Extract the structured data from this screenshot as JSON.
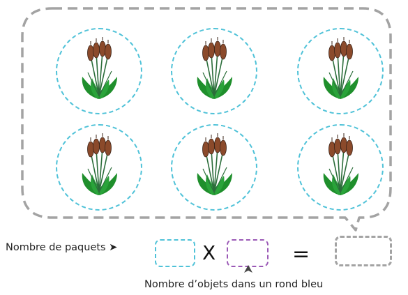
{
  "worksheet": {
    "groups": [
      {
        "plant_icon": "cattail-icon",
        "objects": 4
      },
      {
        "plant_icon": "cattail-icon",
        "objects": 4
      },
      {
        "plant_icon": "cattail-icon",
        "objects": 4
      },
      {
        "plant_icon": "cattail-icon",
        "objects": 4
      },
      {
        "plant_icon": "cattail-icon",
        "objects": 4
      },
      {
        "plant_icon": "cattail-icon",
        "objects": 4
      }
    ],
    "label_packets": "Nombre de paquets ➤",
    "label_objects": "Nombre d’objets dans un  rond bleu",
    "times_symbol": "X",
    "equals_symbol": "=",
    "colors": {
      "frame_border": "#a3a3a3",
      "circle_border": "#4fc2d8",
      "packets_box_border": "#4fc2d8",
      "objects_box_border": "#9b59b6",
      "result_box_border": "#a3a3a3",
      "stem": "#2b8a3e",
      "leaf": "#1f8f2c",
      "cattail": "#8b4a2b"
    }
  }
}
